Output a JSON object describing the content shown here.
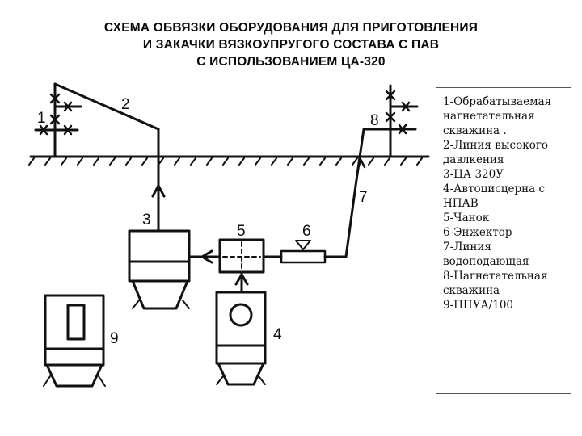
{
  "title": {
    "line1": "СХЕМА ОБВЯЗКИ ОБОРУДОВАНИЯ ДЛЯ ПРИГОТОВЛЕНИЯ",
    "line2": "И ЗАКАЧКИ ВЯЗКОУПРУГОГО СОСТАВА С ПАВ",
    "line3": "С ИСПОЛЬЗОВАНИЕМ ЦА-320"
  },
  "diagram_labels": {
    "n1": "1",
    "n2": "2",
    "n3": "3",
    "n4": "4",
    "n5": "5",
    "n6": "6",
    "n7": "7",
    "n8": "8",
    "n9": "9"
  },
  "legend": {
    "items": [
      "1-Обрабатываемая нагнетательная скважина .",
      "2-Линия высокого давлкения",
      "3-ЦА 320У",
      "4-Автоцисцерна с НПАВ",
      "5-Чанок",
      "6-Энжектор",
      "7-Линия водоподающая",
      "8-Нагнетательная скважина",
      "9-ППУА/100"
    ]
  },
  "colors": {
    "line": "#111111",
    "background": "#ffffff",
    "legend_border": "#555555"
  }
}
